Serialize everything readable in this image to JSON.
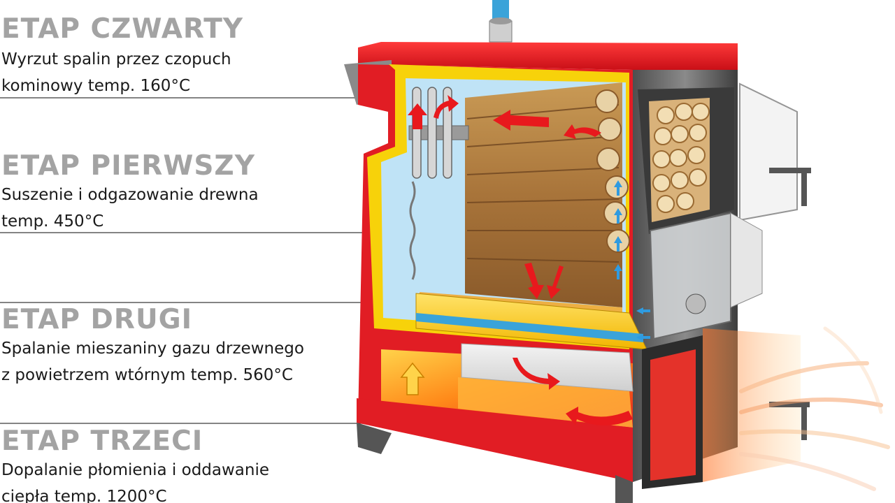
{
  "colors": {
    "stage_title": "#a3a3a3",
    "stage_text": "#1a1a1a",
    "body_red": "#e11d24",
    "insulation_yellow": "#f7d20a",
    "water_jacket": "#bfe3f6",
    "arrow_red": "#e8191d",
    "arrow_blue": "#2f9be0",
    "flue_pipe_blue": "#3aa3d9",
    "steel_grey": "#6a6a6a"
  },
  "stages": [
    {
      "id": "czwarty",
      "title": "ETAP CZWARTY",
      "lines": [
        "Wyrzut spalin przez czopuch",
        "kominowy temp. 160°C"
      ]
    },
    {
      "id": "pierwszy",
      "title": "ETAP PIERWSZY",
      "lines": [
        "Suszenie i odgazowanie drewna",
        "temp. 450°C"
      ]
    },
    {
      "id": "drugi",
      "title": "ETAP DRUGI",
      "lines": [
        "Spalanie mieszaniny gazu drzewnego",
        "z powietrzem wtórnym temp. 560°C"
      ]
    },
    {
      "id": "trzeci",
      "title": "ETAP TRZECI",
      "lines": [
        "Dopalanie płomienia i oddawanie",
        "ciepła temp. 1200°C"
      ]
    }
  ]
}
